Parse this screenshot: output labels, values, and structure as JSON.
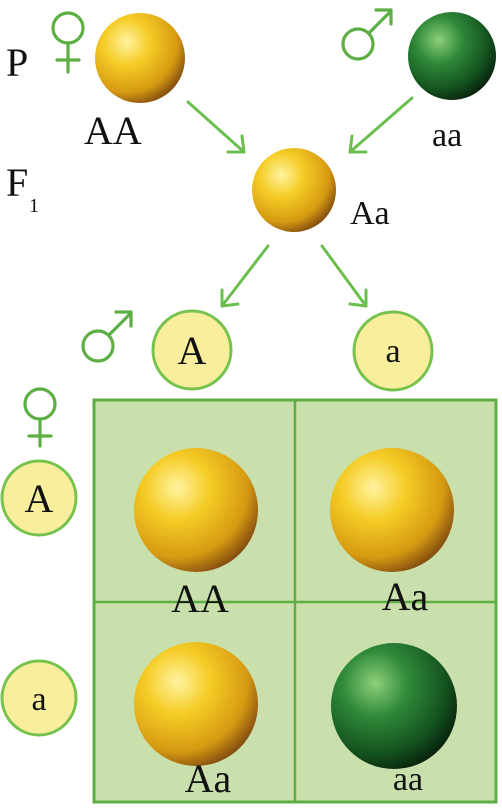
{
  "labels": {
    "parental": "P",
    "f1_letter": "F",
    "f1_sub": "1"
  },
  "parents": {
    "female_genotype": "AA",
    "male_genotype": "aa"
  },
  "f1": {
    "genotype": "Aa"
  },
  "gametes": {
    "male": [
      "A",
      "a"
    ],
    "female": [
      "A",
      "a"
    ]
  },
  "punnett": {
    "cells": [
      "AA",
      "Aa",
      "Aa",
      "aa"
    ]
  },
  "colors": {
    "yellow_pea": "#f2c21e",
    "green_pea": "#1f6b2a",
    "symbol_green": "#5cae45",
    "arrow_green": "#6bbf4e",
    "grid_fill": "#c9e0ad",
    "grid_line": "#5fae44",
    "gamete_fill": "#f8ee9c"
  },
  "icons": [
    "female-symbol-icon",
    "male-symbol-icon"
  ]
}
